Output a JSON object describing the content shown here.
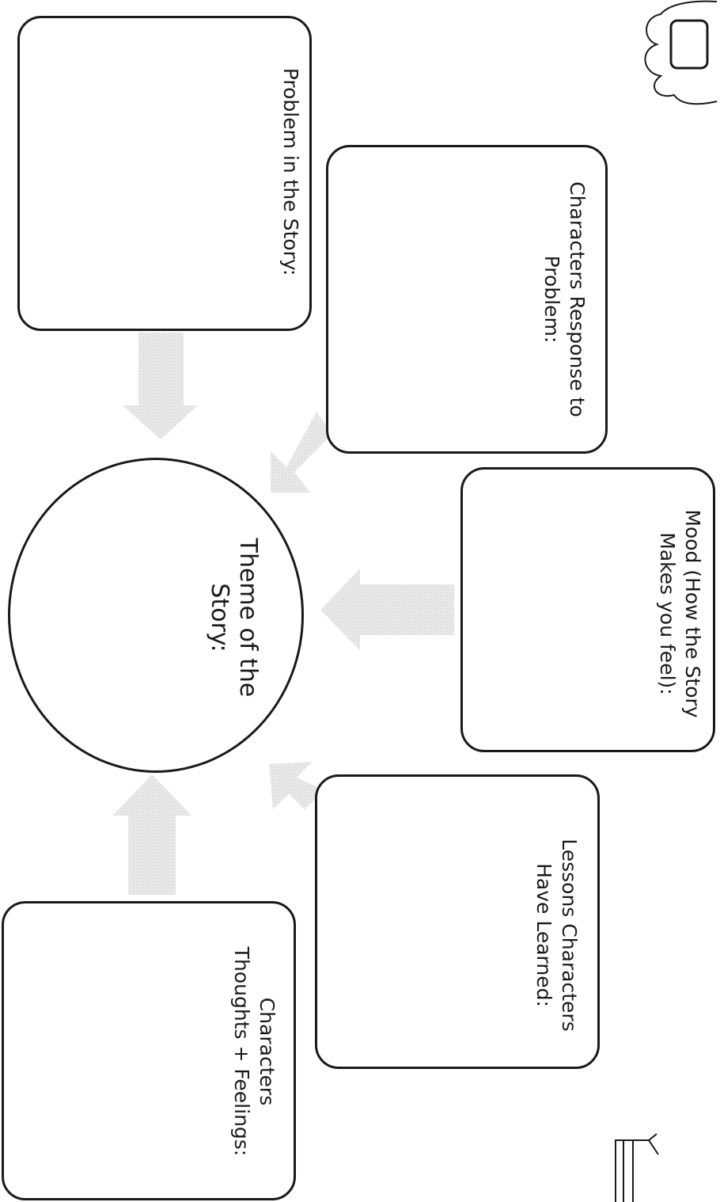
{
  "organizer": {
    "problem_label": "Problem in the Story:",
    "response_label": "Characters Response to\nProblem:",
    "mood_label": "Mood (How the Story\nMakes you feel):",
    "lessons_label": "Lessons Characters\nHave Learned:",
    "thoughts_label": "Characters\nThoughts + Feelings:",
    "theme_label": "Theme of the\nStory:"
  },
  "colors": {
    "ink": "#1a1a1a",
    "arrow_fill": "#e2e2e2"
  }
}
